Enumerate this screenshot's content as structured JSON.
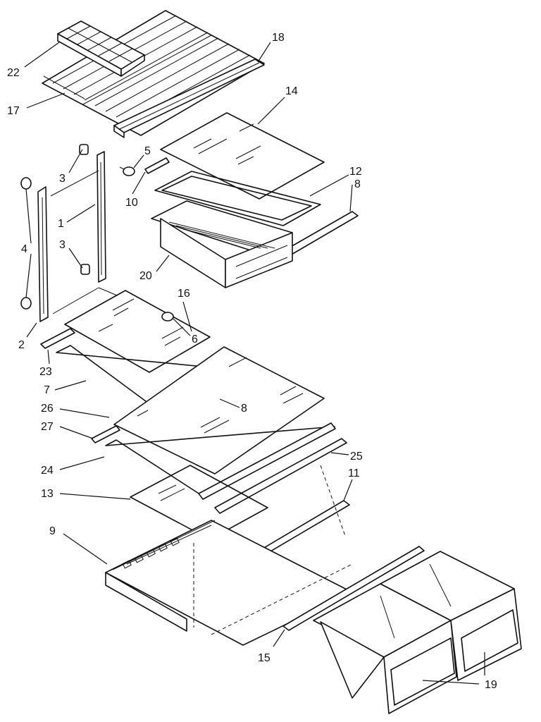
{
  "callouts": [
    {
      "id": "c22",
      "label": "22"
    },
    {
      "id": "c17",
      "label": "17"
    },
    {
      "id": "c18",
      "label": "18"
    },
    {
      "id": "c14",
      "label": "14"
    },
    {
      "id": "c5",
      "label": "5"
    },
    {
      "id": "c3a",
      "label": "3"
    },
    {
      "id": "c10",
      "label": "10"
    },
    {
      "id": "c12",
      "label": "12"
    },
    {
      "id": "c8a",
      "label": "8"
    },
    {
      "id": "c1",
      "label": "1"
    },
    {
      "id": "c4",
      "label": "4"
    },
    {
      "id": "c3b",
      "label": "3"
    },
    {
      "id": "c20",
      "label": "20"
    },
    {
      "id": "c16",
      "label": "16"
    },
    {
      "id": "c6",
      "label": "6"
    },
    {
      "id": "c2",
      "label": "2"
    },
    {
      "id": "c23",
      "label": "23"
    },
    {
      "id": "c7",
      "label": "7"
    },
    {
      "id": "c8b",
      "label": "8"
    },
    {
      "id": "c26",
      "label": "26"
    },
    {
      "id": "c27",
      "label": "27"
    },
    {
      "id": "c25",
      "label": "25"
    },
    {
      "id": "c24",
      "label": "24"
    },
    {
      "id": "c11",
      "label": "11"
    },
    {
      "id": "c13",
      "label": "13"
    },
    {
      "id": "c9",
      "label": "9"
    },
    {
      "id": "c15",
      "label": "15"
    },
    {
      "id": "c19",
      "label": "19"
    }
  ]
}
